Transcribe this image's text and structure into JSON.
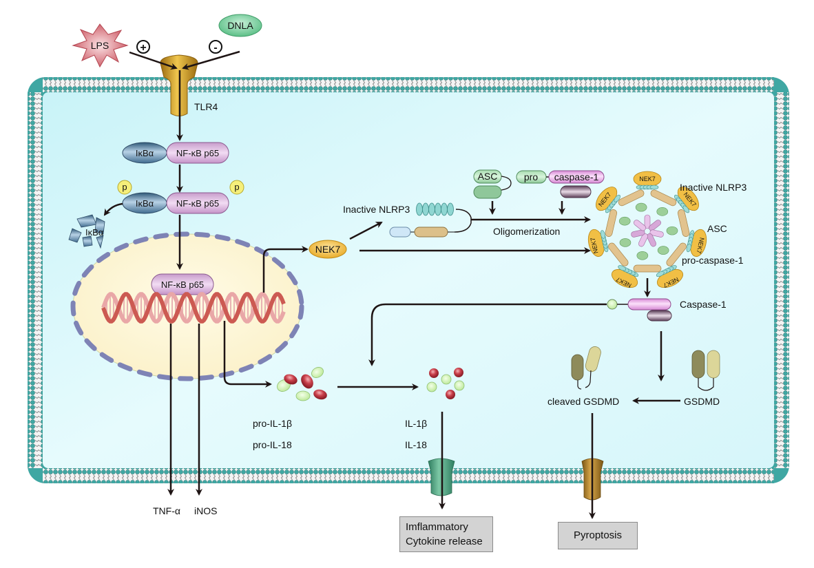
{
  "title": "DNLA inhibits LPS-induced TLR4/NF-κB and NLRP3 inflammasome-mediated pyroptosis",
  "extracellular": {
    "lps": "LPS",
    "dnla": "DNLA",
    "activate_symbol": "+",
    "inhibit_symbol": "-",
    "receptor": "TLR4"
  },
  "cytoplasm": {
    "ikba": "IκBα",
    "nfkb": "NF-κB p65",
    "phospho": "p",
    "ikba_degraded": "IκBα",
    "nek7": "NEK7",
    "inactive_nlrp3": "Inactive NLRP3",
    "asc": "ASC",
    "pro": "pro",
    "caspase1": "caspase-1",
    "oligomerization": "Oligomerization",
    "inflammasome_labels": [
      "Inactive NLRP3",
      "ASC",
      "pro-caspase-1"
    ],
    "nek7_short": "NEK7",
    "active_caspase1": "Caspase-1",
    "pro_il1b": "pro-IL-1β",
    "pro_il18": "pro-IL-18",
    "il1b": "IL-1β",
    "il18": "IL-18",
    "cleaved_gsdmd": "cleaved GSDMD",
    "gsdmd": "GSDMD"
  },
  "nucleus": {
    "nfkb": "NF-κB p65"
  },
  "outputs": {
    "tnfa": "TNF-α",
    "inos": "iNOS",
    "cytokine_release_line1": "Imflammatory",
    "cytokine_release_line2": "Cytokine release",
    "pyroptosis": "Pyroptosis"
  },
  "colors": {
    "cytoplasm": "#d9f7fb",
    "membrane_head": "#3fa7a3",
    "nucleus": "#fdf6d8",
    "nuclear_pore": "#7e83b5",
    "ikba": "#6f95b8",
    "nfkb": "#dcb2df",
    "phospho": "#f6ef7a",
    "lps": "#d9737d",
    "dnla": "#7fd0a2",
    "tlr4": "#d9a52c",
    "nek7": "#f3c24a",
    "asc": "#8fc79a",
    "caspase": "#f0b7ef",
    "il_red": "#c9454e",
    "il_green": "#cdf0a8",
    "gsdmd_dark": "#8e8b5b",
    "gsdmd_light": "#dcd699",
    "channel_green": "#4fa985",
    "channel_gold": "#b88526",
    "arrow": "#1e1414",
    "box": "#d3d3d3"
  }
}
